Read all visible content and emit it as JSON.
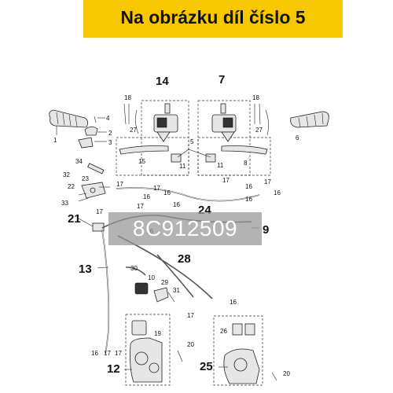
{
  "banner": {
    "text": "Na obrázku díl číslo 5"
  },
  "watermark": {
    "text": "8C912509"
  },
  "labels": {
    "l14": "14",
    "l7": "7",
    "l18a": "18",
    "l18b": "18",
    "l4": "4",
    "l27a": "27",
    "l27b": "27",
    "l1": "1",
    "l2": "2",
    "l3": "3",
    "l6": "6",
    "l5": "5",
    "l15": "15",
    "l11a": "11",
    "l11b": "11",
    "l8": "8",
    "l34": "34",
    "l32": "32",
    "l23": "23",
    "l22": "22",
    "l33": "33",
    "l17a": "17",
    "l16a": "16",
    "l17b": "17",
    "l16b": "16",
    "l16c": "16",
    "l17c": "17",
    "l16d": "16",
    "l17d": "17",
    "l16e": "16",
    "l16f": "16",
    "l17e": "17",
    "l24": "24",
    "l21": "21",
    "l17f": "17",
    "l16g": "16",
    "l9": "9",
    "l28": "28",
    "l13": "13",
    "l30": "30",
    "l10": "10",
    "l29": "29",
    "l31": "31",
    "l16h": "16",
    "l17g": "17",
    "l19": "19",
    "l16i": "16",
    "l17h": "17",
    "l17i": "17",
    "l20a": "20",
    "l26": "26",
    "l12": "12",
    "l25": "25",
    "l20b": "20"
  },
  "colors": {
    "banner": "#f7c800",
    "watermark": "#969696"
  }
}
